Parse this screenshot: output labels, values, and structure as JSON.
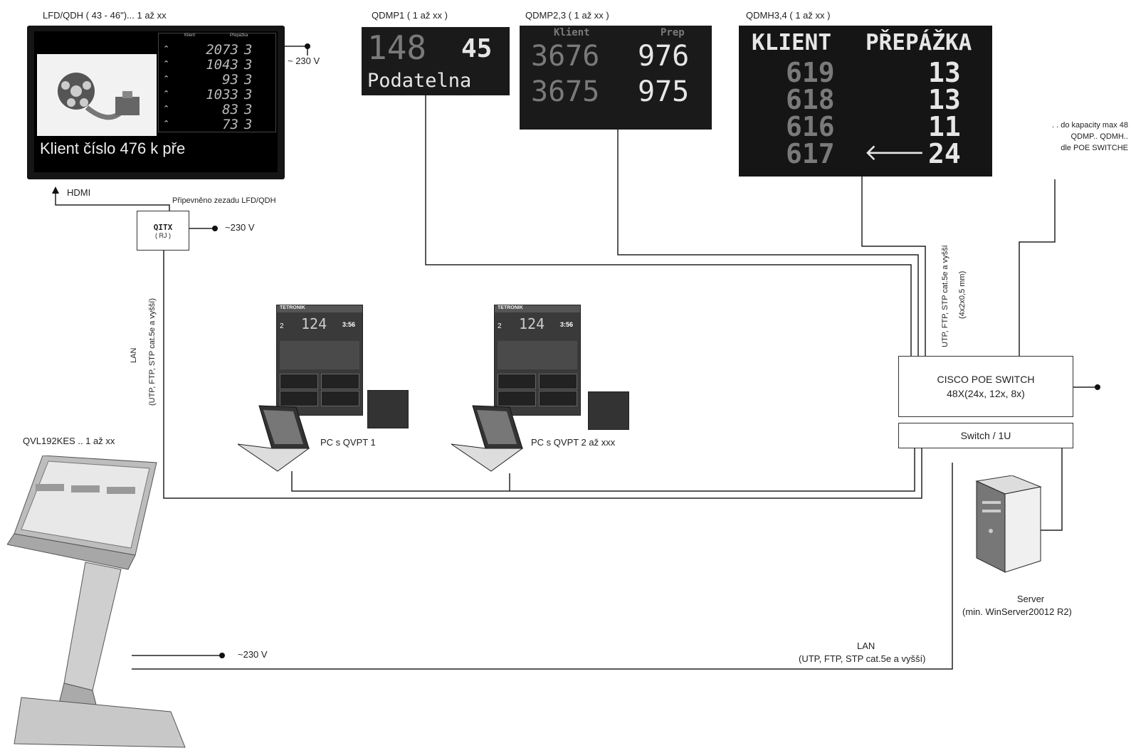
{
  "labels": {
    "lfd_title": "LFD/QDH ( 43 - 46\")... 1 až xx",
    "qdmp1_title": "QDMP1 ( 1 až xx )",
    "qdmp23_title": "QDMP2,3 ( 1 až xx )",
    "qdmh34_title": "QDMH3,4 ( 1 až xx )",
    "power": "~ 230 V",
    "power2": "~230 V",
    "power3": "~230 V",
    "hdmi": "HDMI",
    "mounted": "Připevněno zezadu LFD/QDH",
    "capacity": [
      ". . do kapacity max 48",
      "QDMP.. QDMH..",
      "dle POE SWITCHE"
    ],
    "cable_vertical_1": "UTP, FTP, STP cat.5e a vyšší",
    "cable_vertical_2": "(4x2x0,5 mm)",
    "lan_left_1": "LAN",
    "lan_left_2": "(UTP, FTP, STP cat.5e a vyšší)",
    "pc1": "PC s QVPT 1",
    "pc2": "PC s QVPT 2 až xxx",
    "kiosk": "QVL192KES ..  1 až xx",
    "server_1": "Server",
    "server_2": "(min. WinServer20012 R2)",
    "lan_bottom_1": "LAN",
    "lan_bottom_2": "(UTP, FTP, STP cat.5e a vyšší)"
  },
  "qitx": {
    "name": "QITX",
    "sub": "( RJ )"
  },
  "switch": {
    "line1": "CISCO POE SWITCH",
    "line2": "48X(24x, 12x, 8x)",
    "rack": "Switch  / 1U"
  },
  "lfd": {
    "col_client": "Klient",
    "col_counter": "Přepážka",
    "rows": [
      {
        "client": "2073",
        "counter": "3"
      },
      {
        "client": "1043",
        "counter": "3"
      },
      {
        "client": "93",
        "counter": "3"
      },
      {
        "client": "1033",
        "counter": "3"
      },
      {
        "client": "83",
        "counter": "3"
      },
      {
        "client": "73",
        "counter": "3"
      }
    ],
    "ticker": "Klient číslo 476 k pře"
  },
  "qdmp1": {
    "client": "148",
    "counter": "45",
    "text": "Podatelna"
  },
  "qdmp23": {
    "col_client": "Klient",
    "col_counter": "Prep",
    "rows": [
      {
        "client": "3676",
        "counter": "976"
      },
      {
        "client": "3675",
        "counter": "975"
      }
    ]
  },
  "qdmh34": {
    "col_client": "KLIENT",
    "col_counter": "PŘEPÁŽKA",
    "rows": [
      {
        "client": "619",
        "arrow": "",
        "counter": "13"
      },
      {
        "client": "618",
        "arrow": "",
        "counter": "13"
      },
      {
        "client": "616",
        "arrow": "",
        "counter": "11"
      },
      {
        "client": "617",
        "arrow": "🡐",
        "counter": "24"
      }
    ]
  },
  "app": {
    "brand": "TETRONIK",
    "number": "124",
    "time": "3:56",
    "queue": "2"
  }
}
